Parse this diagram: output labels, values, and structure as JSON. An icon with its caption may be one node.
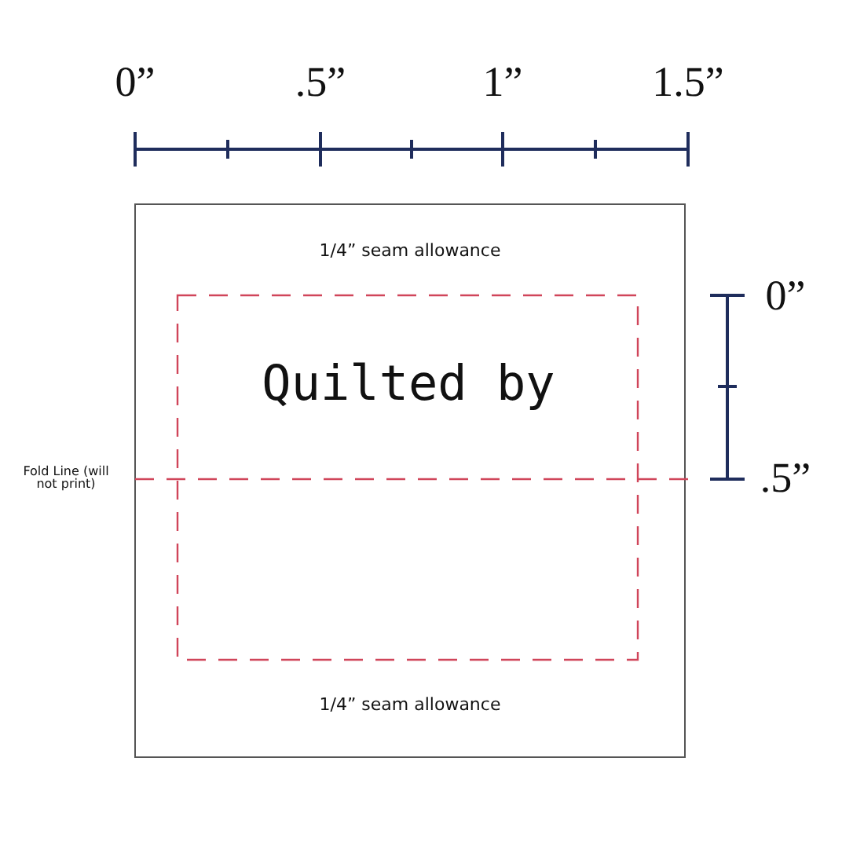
{
  "diagram": {
    "labels": [
      "0”",
      ".5”",
      "1”",
      "1.5”",
      "1/4” seam allowance",
      "0”",
      "Quilted by",
      "Fold Line (will not print)",
      ".5”",
      "1/4” seam allowance"
    ]
  }
}
